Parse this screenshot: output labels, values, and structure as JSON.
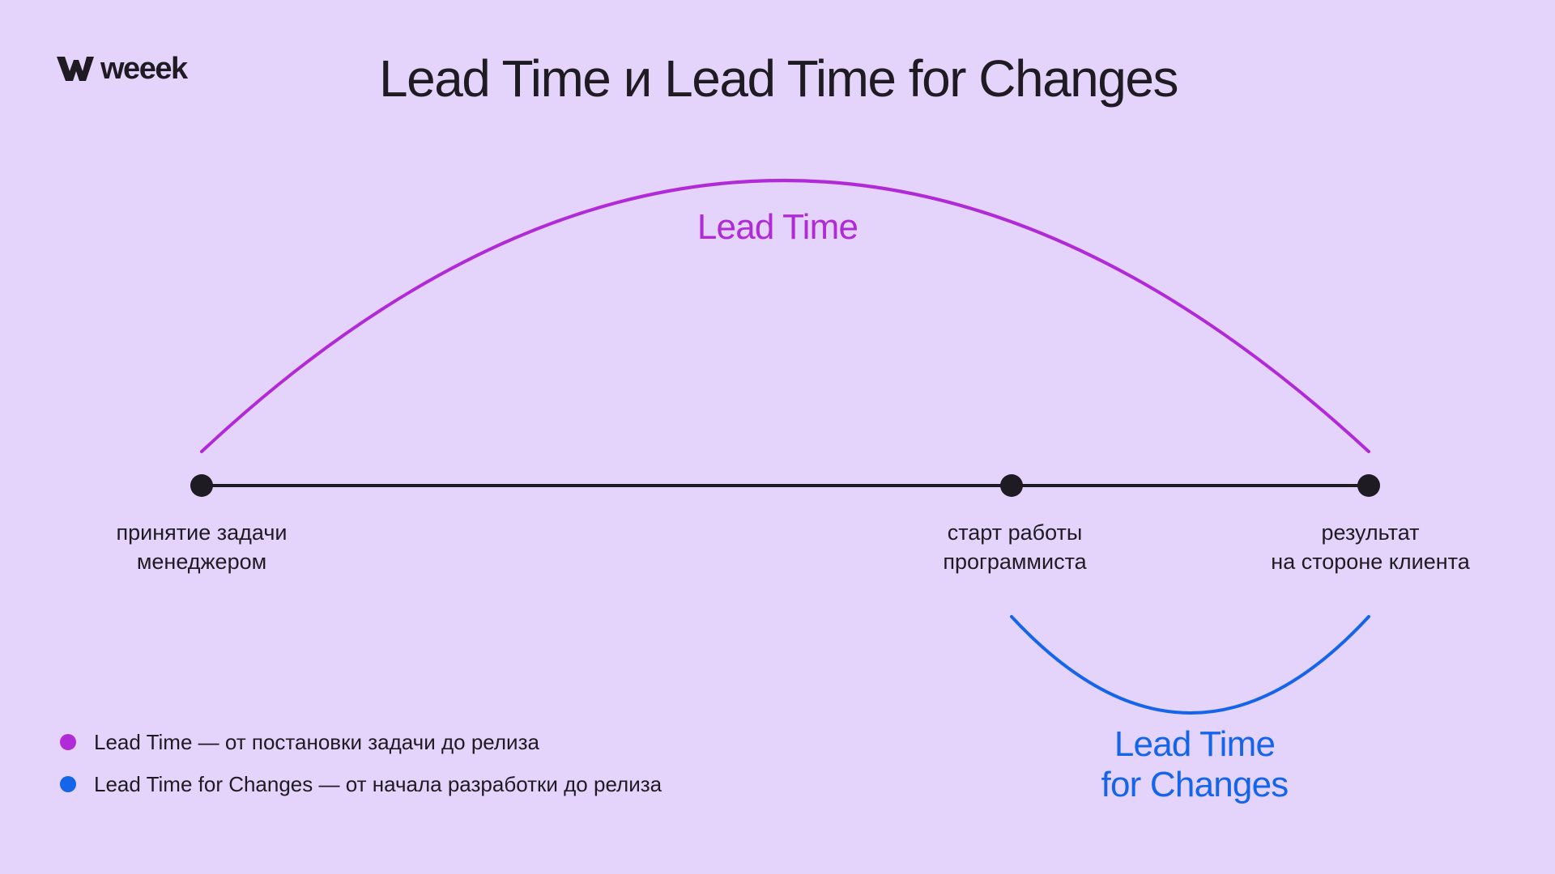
{
  "brand": {
    "name": "weeek"
  },
  "title": "Lead Time и Lead Time for Changes",
  "colors": {
    "background": "#e4d3fb",
    "lead_time": "#b02ad8",
    "lead_time_for_changes": "#1565ea",
    "timeline": "#1f1b22"
  },
  "arcs": {
    "lead_time": "Lead Time",
    "lead_time_for_changes": "Lead Time\nfor Changes"
  },
  "points": [
    {
      "label": "принятие задачи\nменеджером"
    },
    {
      "label": "старт работы\nпрограммиста"
    },
    {
      "label": "результат\nна стороне клиента"
    }
  ],
  "legend": [
    {
      "text": "Lead Time — от постановки задачи до релиза",
      "color": "#b02ad8"
    },
    {
      "text": "Lead Time for Changes — от начала разработки до релиза",
      "color": "#1565ea"
    }
  ]
}
